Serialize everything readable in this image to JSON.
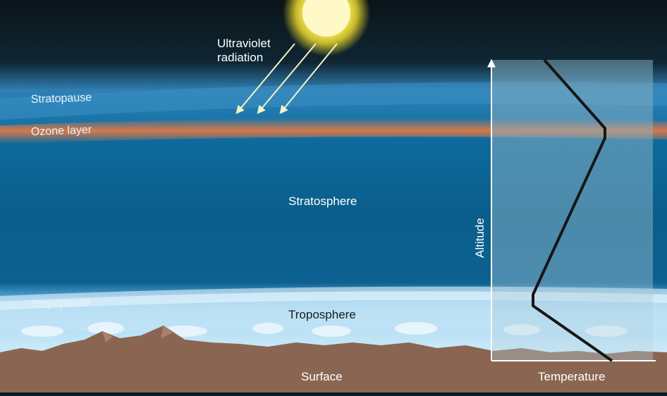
{
  "labels": {
    "ultraviolet_line1": "Ultraviolet",
    "ultraviolet_line2": "radiation",
    "stratopause": "Stratopause",
    "ozone_layer": "Ozone layer",
    "stratosphere": "Stratosphere",
    "tropopause": "Tropopause",
    "troposphere": "Troposphere",
    "surface": "Surface"
  },
  "profile_chart": {
    "y_axis_label": "Altitude",
    "x_axis_label": "Temperature"
  },
  "colors": {
    "space": "#0c1a22",
    "stratosphere": "#0a5f8c",
    "ozone": "#e07a45",
    "troposphere": "#bfe3f6",
    "surface": "#8a6652",
    "sun": "#fff46a",
    "uv_arrow": "#f4f2c6",
    "profile_line": "#161616"
  }
}
